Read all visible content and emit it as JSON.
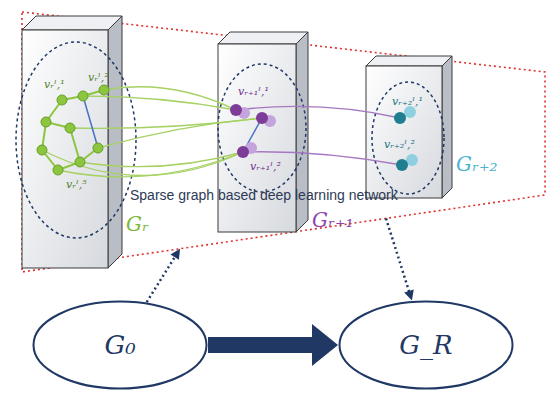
{
  "diagram": {
    "nodes": [
      {
        "text": [
          "Sparse graph based deep learning network"
        ]
      },
      {
        "text": [
          "Gᵣ"
        ],
        "in": 0
      },
      {
        "text": [
          "Gᵣ₊₁"
        ],
        "in": 0
      },
      {
        "text": [
          "Gᵣ₊₂"
        ],
        "in": 0
      },
      {
        "text": [
          "G₀"
        ]
      },
      {
        "text": [
          "G_R"
        ]
      }
    ],
    "edges": [
      {
        "from": 4,
        "to": 0,
        "arrow": "to"
      },
      {
        "from": 0,
        "to": 5,
        "arrow": "to"
      },
      {
        "from": 4,
        "to": 5,
        "arrow": "to"
      }
    ],
    "labels": [
      "vᵣˡ,¹",
      "vᵣˡ,²",
      "vᵣˡ,⁵",
      "vᵣ₊₁ˡ,¹",
      "vᵣ₊₁ˡ,²",
      "vᵣ₊₂ˡ,¹",
      "vᵣ₊₂ˡ,²"
    ]
  }
}
